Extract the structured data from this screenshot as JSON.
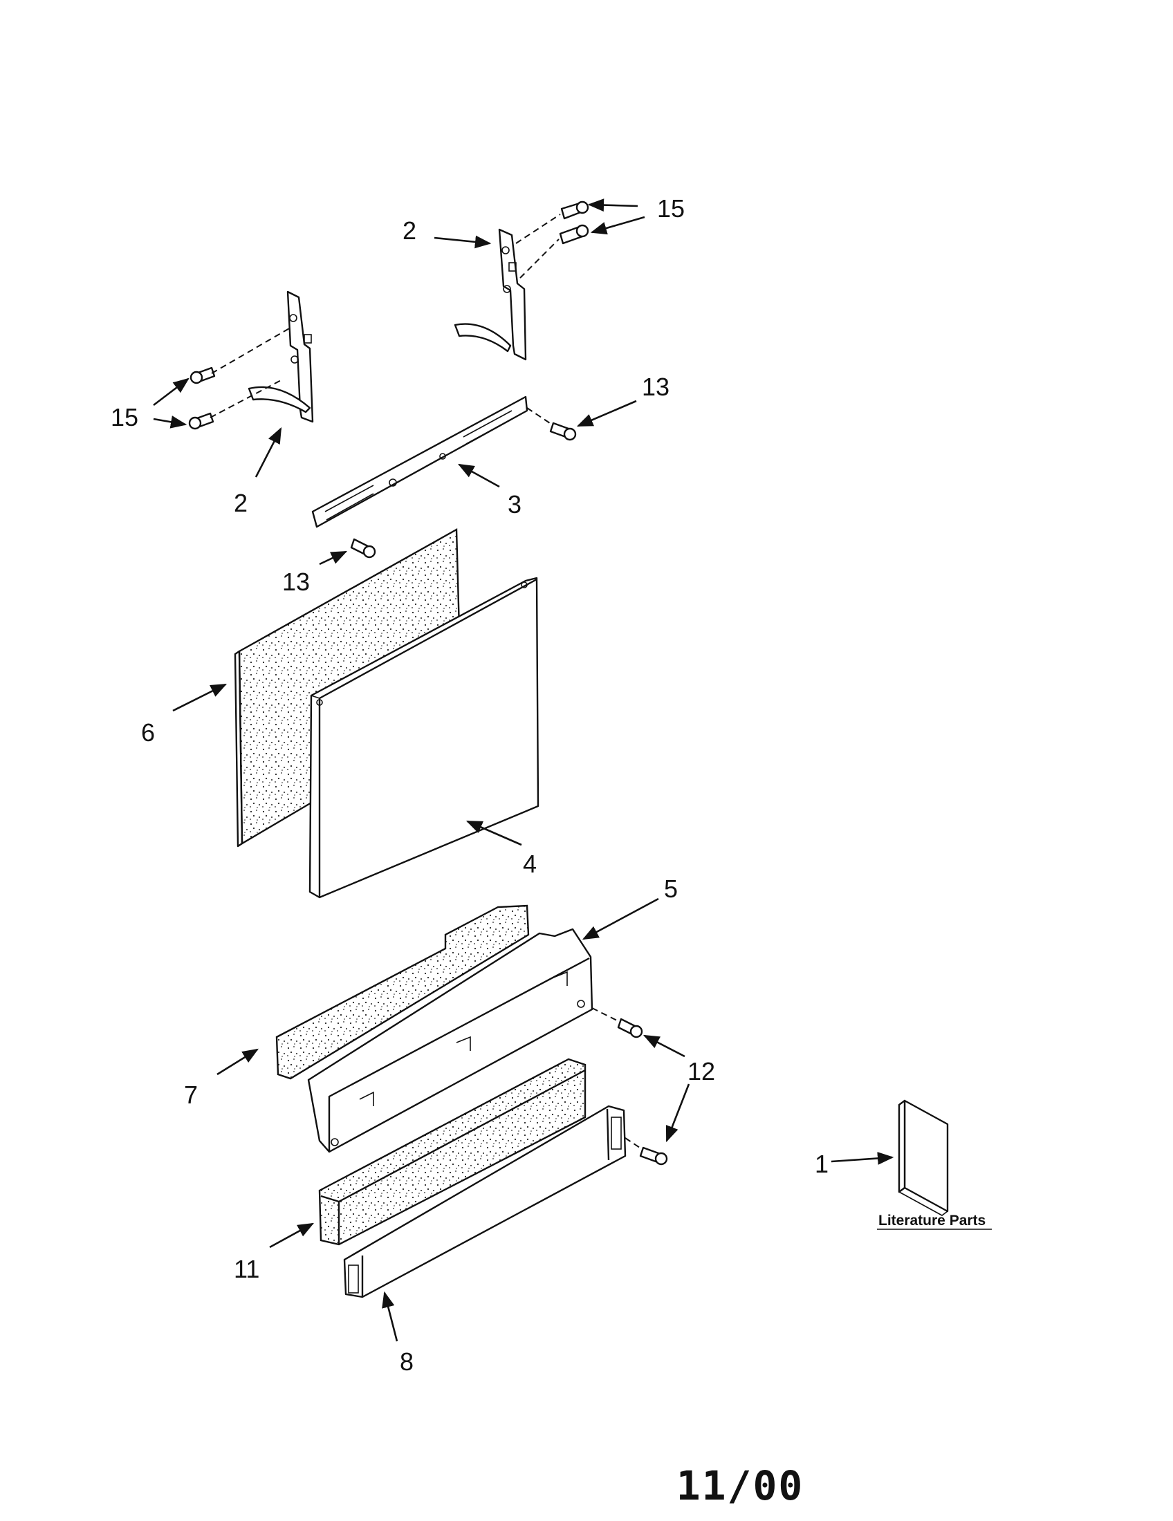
{
  "callouts": {
    "c1": "1",
    "c2a": "2",
    "c2b": "2",
    "c3": "3",
    "c4": "4",
    "c5": "5",
    "c6": "6",
    "c7": "7",
    "c8": "8",
    "c11": "11",
    "c12": "12",
    "c13a": "13",
    "c13b": "13",
    "c15a": "15",
    "c15b": "15"
  },
  "literature_label": "Literature Parts",
  "date_code": "11/00"
}
